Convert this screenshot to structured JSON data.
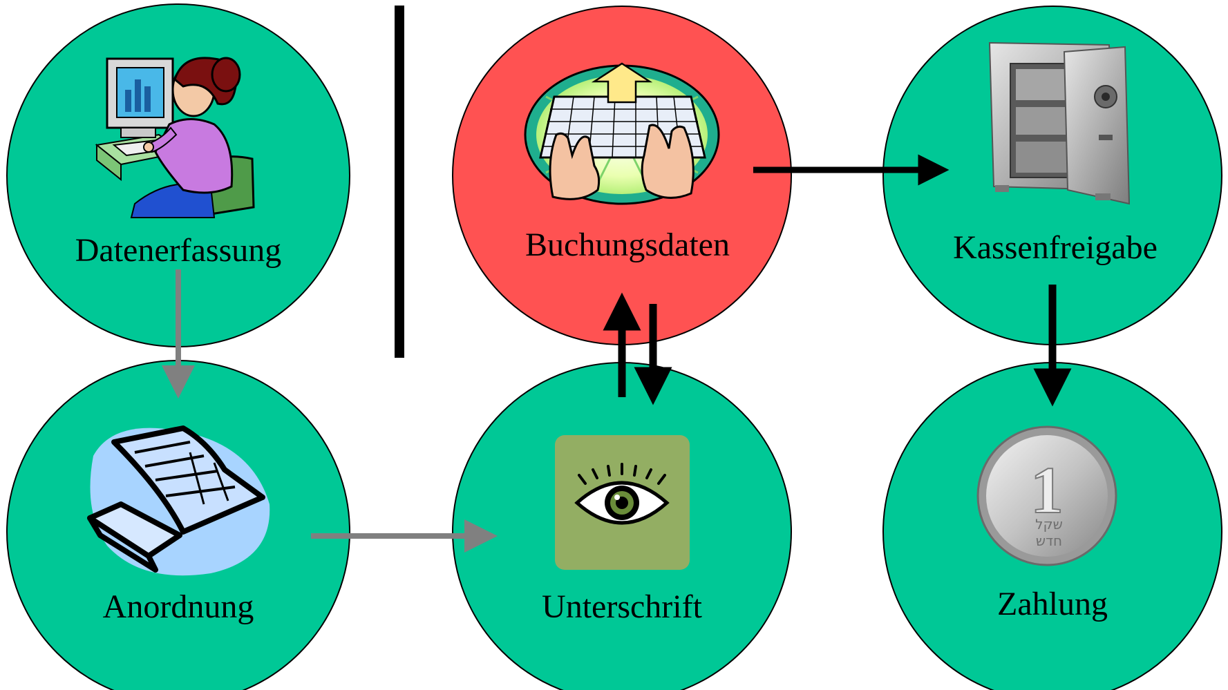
{
  "colors": {
    "node_fill": "#00C896",
    "highlight_fill": "#FF5252",
    "grey_arrow": "#808080",
    "black_arrow": "#000000"
  },
  "nodes": {
    "datenerfassung": {
      "label": "Datenerfassung",
      "icon": "woman-at-computer-icon"
    },
    "anordnung": {
      "label": "Anordnung",
      "icon": "receipt-printer-icon"
    },
    "buchungsdaten": {
      "label": "Buchungsdaten",
      "icon": "keyboard-hands-icon"
    },
    "unterschrift": {
      "label": "Unterschrift",
      "icon": "eye-icon"
    },
    "kassenfreigabe": {
      "label": "Kassenfreigabe",
      "icon": "safe-icon"
    },
    "zahlung": {
      "label": "Zahlung",
      "icon": "coin-icon"
    }
  },
  "coin": {
    "numeral": "1",
    "line1": "שקל",
    "line2": "חדש"
  }
}
